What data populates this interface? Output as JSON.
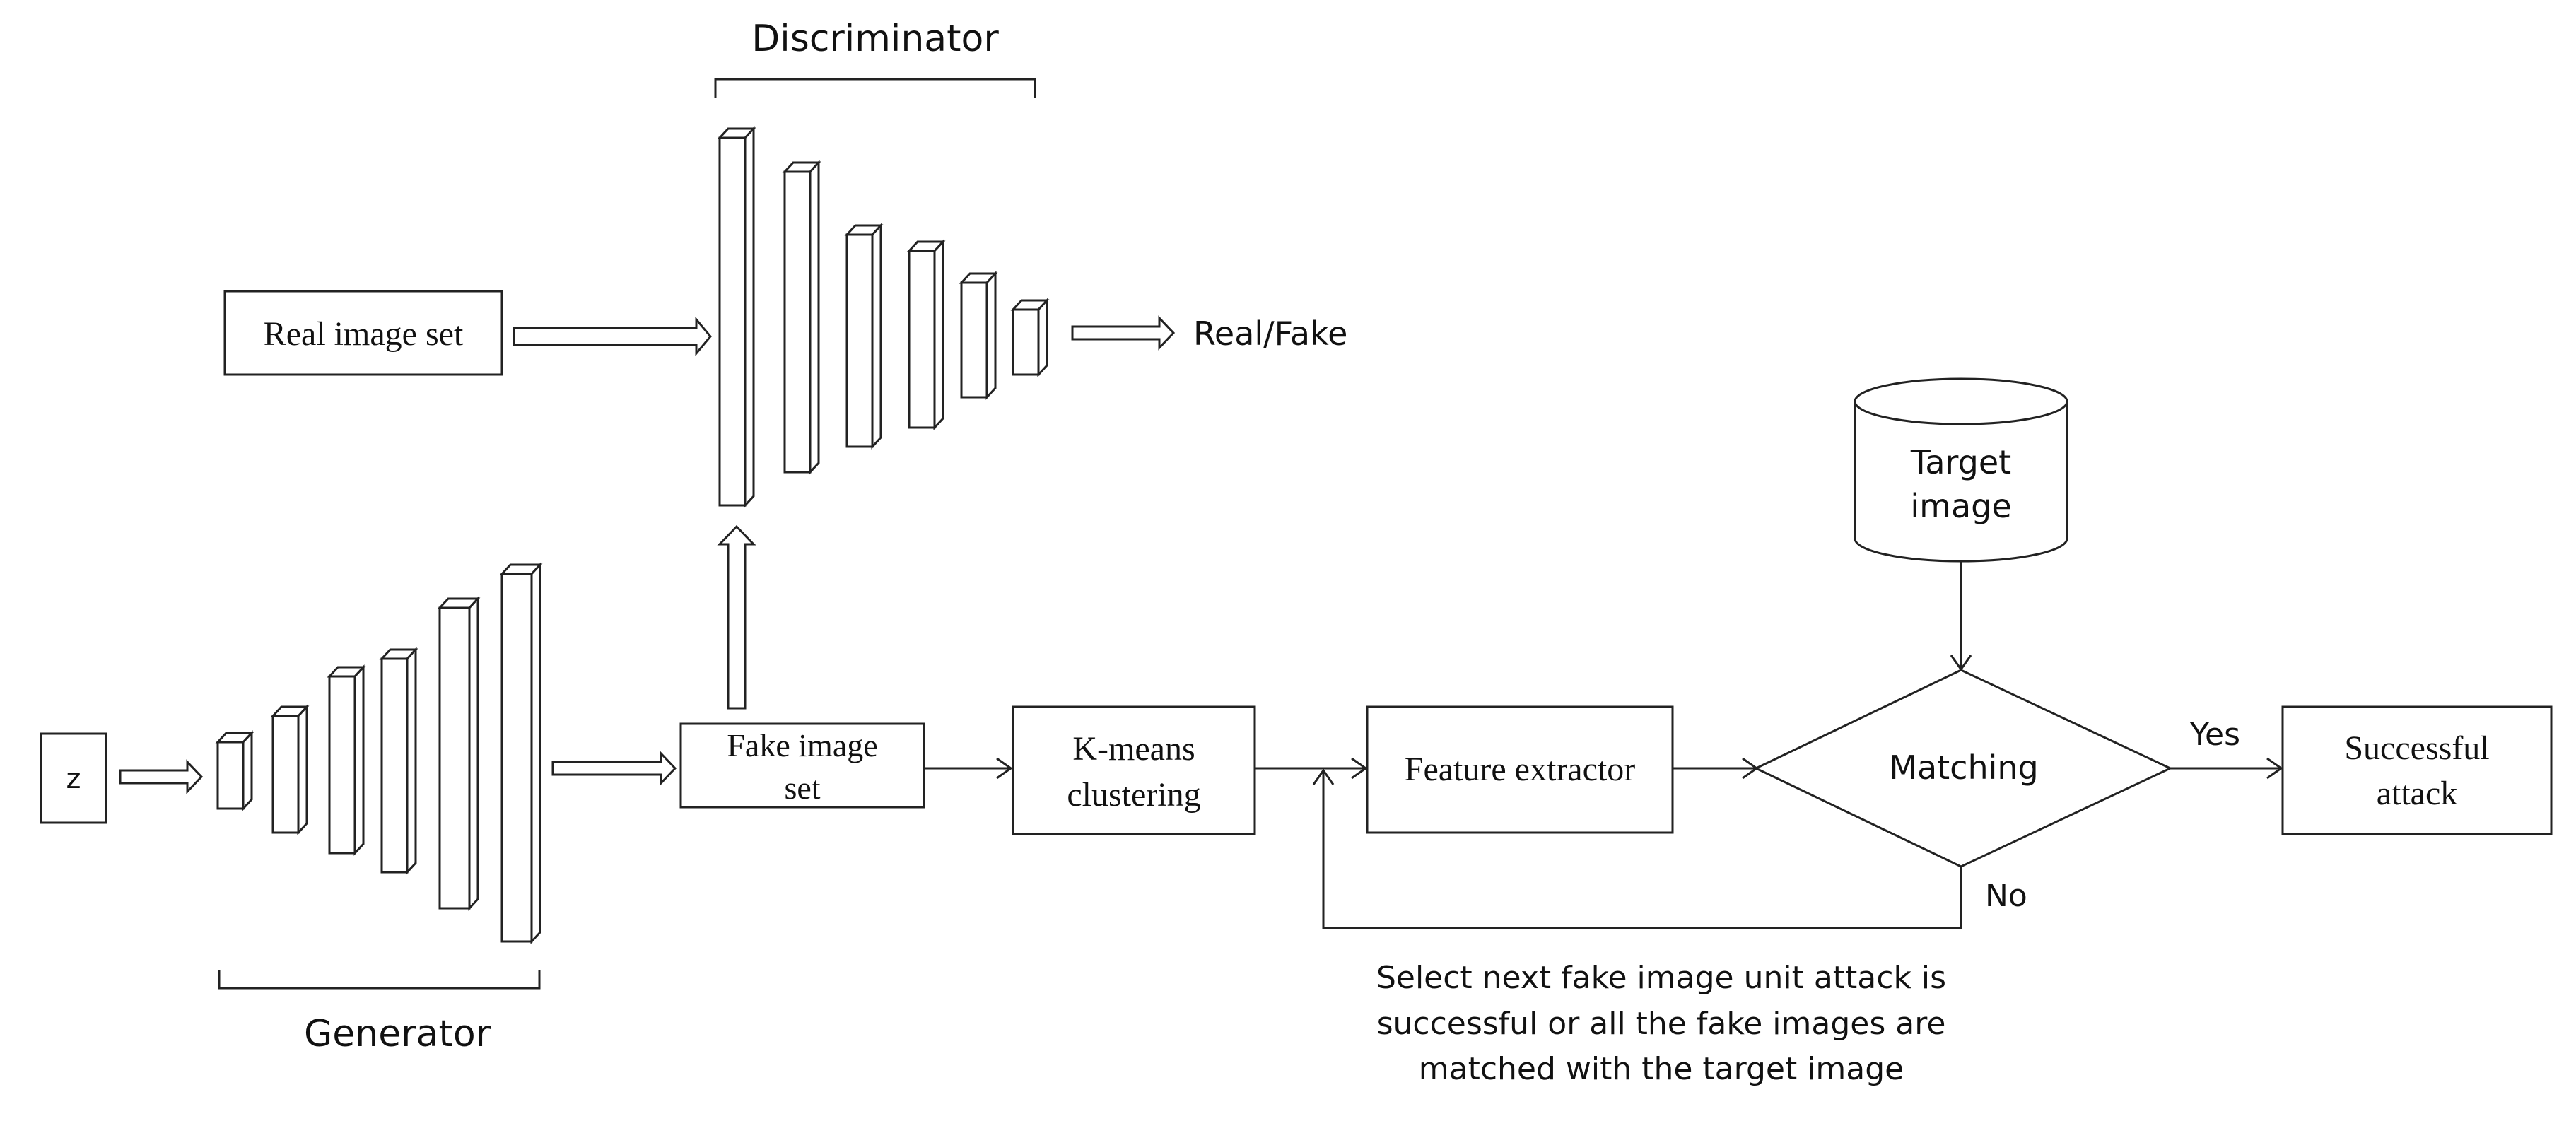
{
  "labels": {
    "discriminator": "Discriminator",
    "generator": "Generator",
    "z": "z",
    "real_image_set": "Real image set",
    "real_fake": "Real/Fake",
    "fake_image_set_line1": "Fake image",
    "fake_image_set_line2": "set",
    "kmeans_line1": "K-means",
    "kmeans_line2": "clustering",
    "feature_extractor": "Feature extractor",
    "target_line1": "Target",
    "target_line2": "image",
    "matching": "Matching",
    "yes": "Yes",
    "no": "No",
    "success_line1": "Successful",
    "success_line2": "attack",
    "note_line1": "Select next fake image unit attack is",
    "note_line2": "successful or all the fake images are",
    "note_line3": "matched with the target image"
  }
}
